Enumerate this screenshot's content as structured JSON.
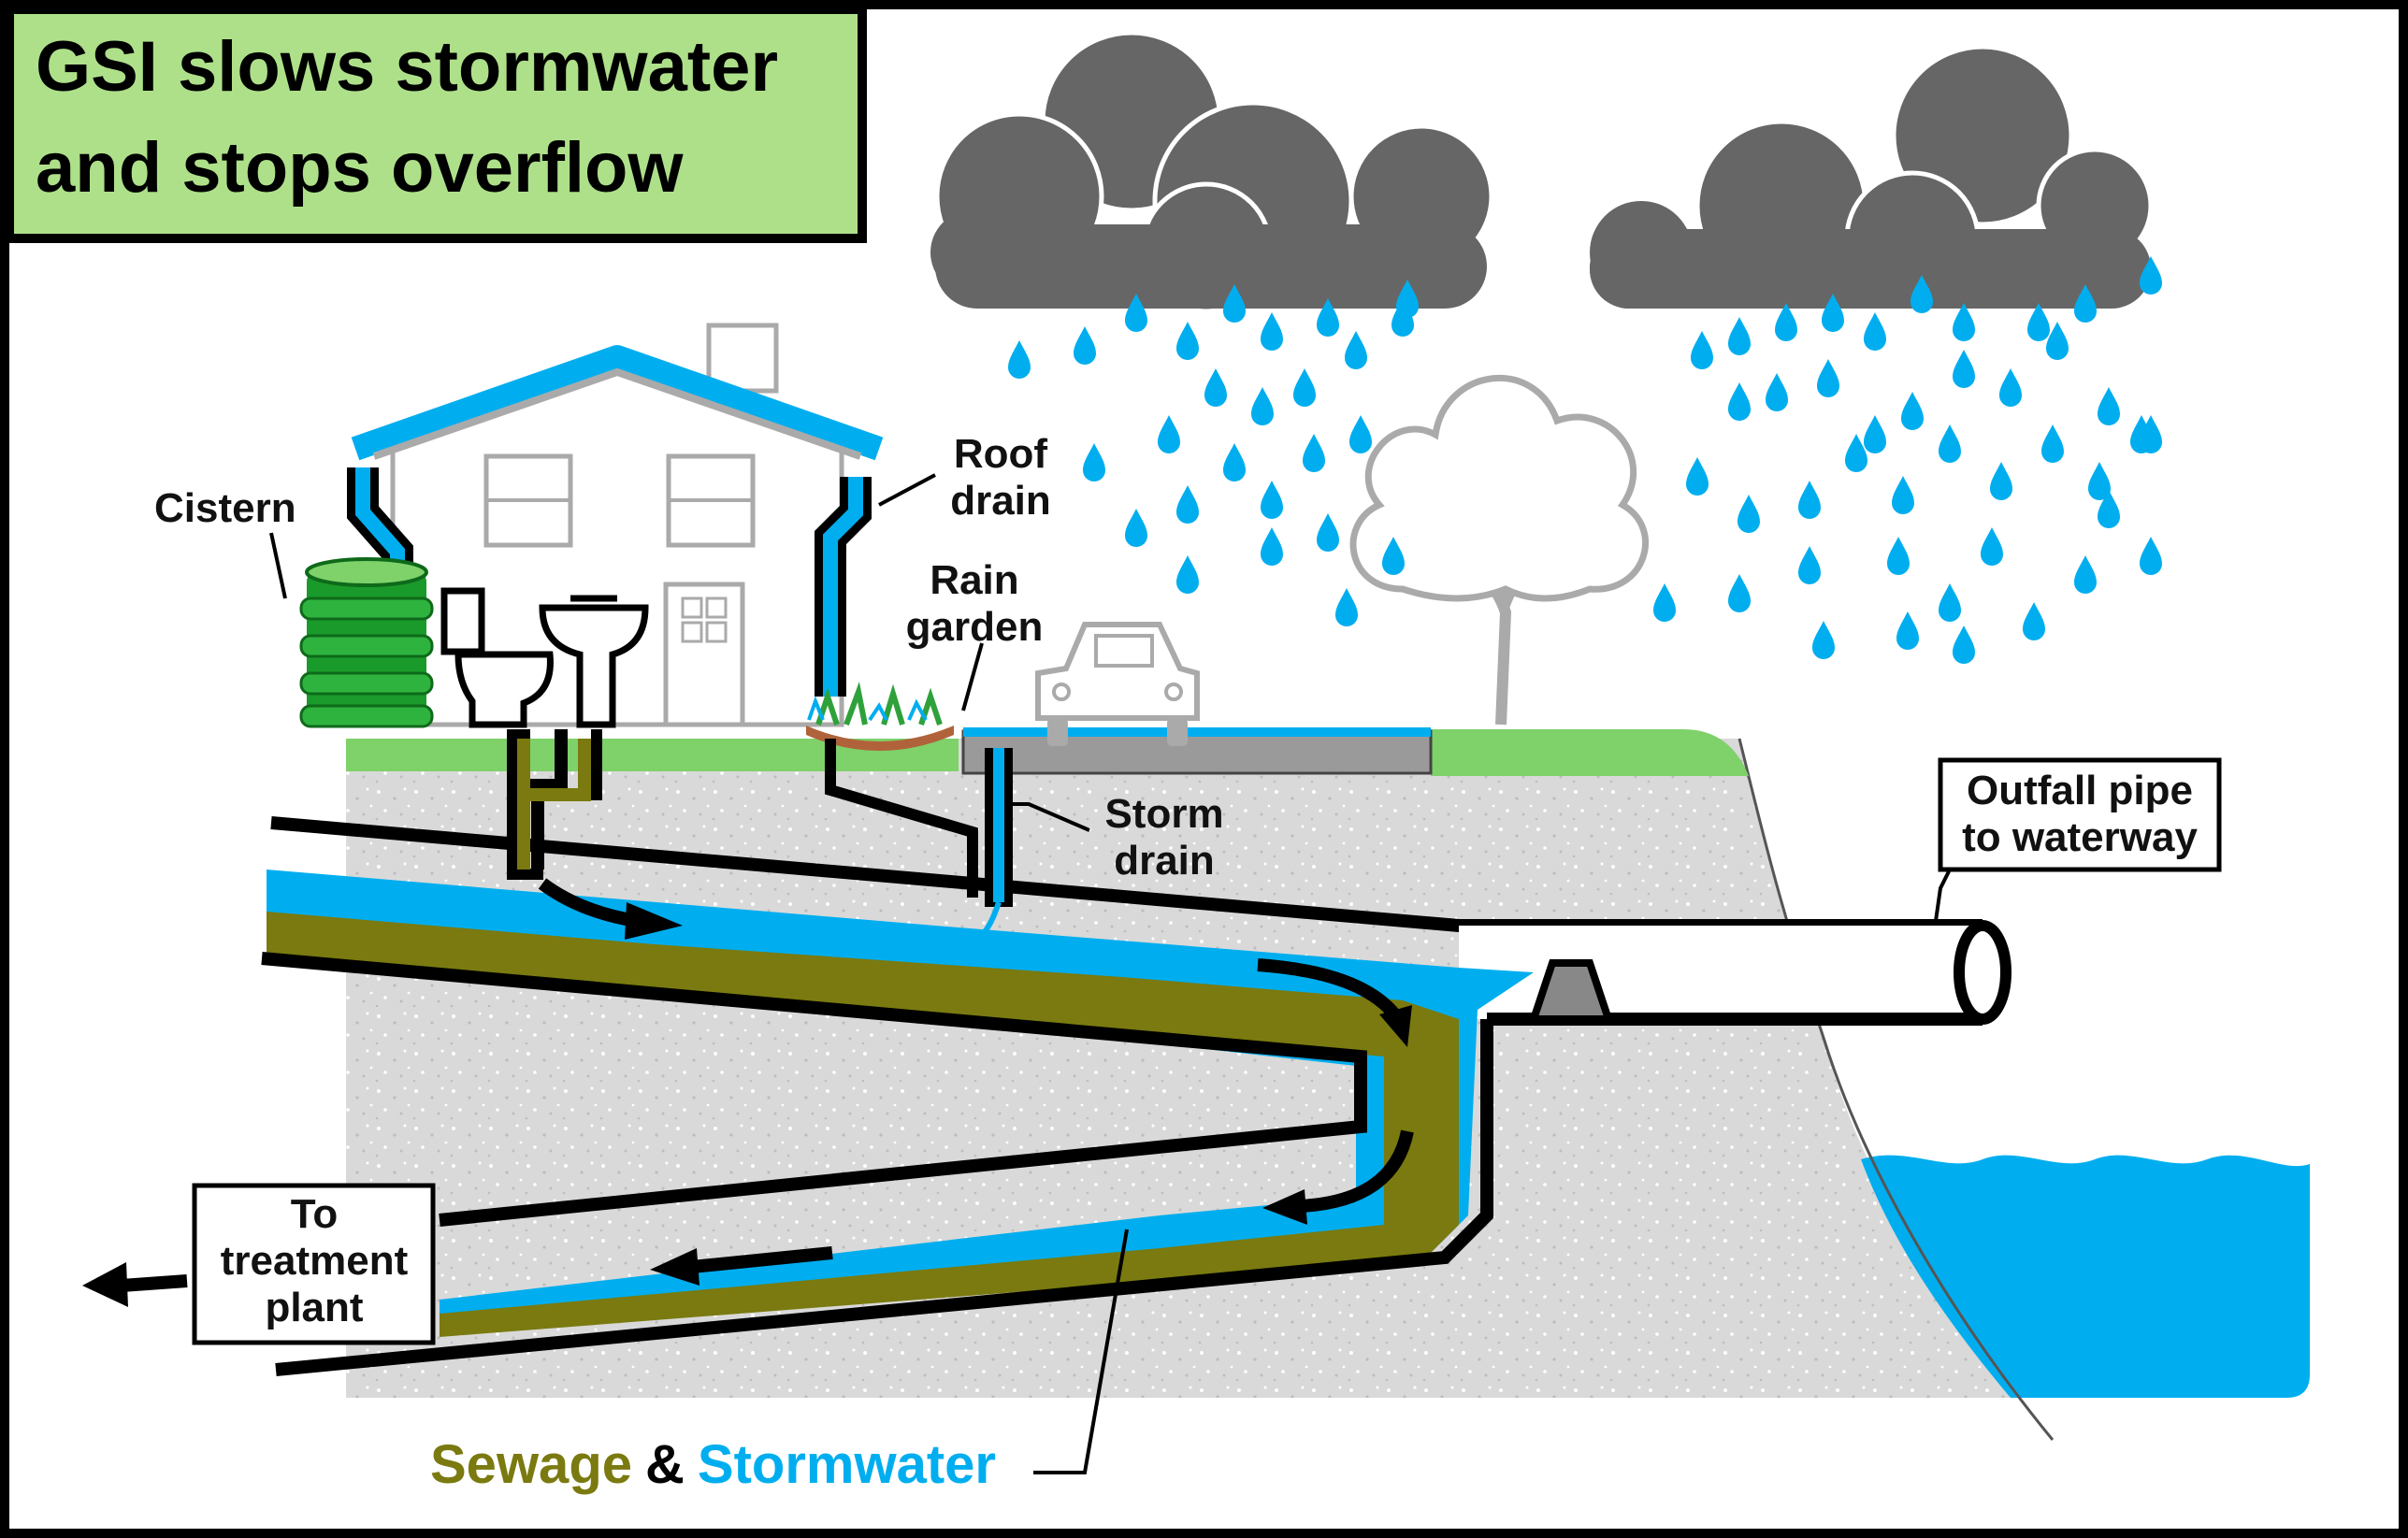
{
  "title": {
    "line1": "GSI slows stormwater",
    "line2": "and stops overflow"
  },
  "labels": {
    "cistern": "Cistern",
    "roof_drain": [
      "Roof",
      "drain"
    ],
    "rain_garden": [
      "Rain",
      "garden"
    ],
    "storm_drain": [
      "Storm",
      "drain"
    ],
    "outfall": [
      "Outfall pipe",
      "to waterway"
    ],
    "treatment": [
      "To",
      "treatment",
      "plant"
    ]
  },
  "legend": {
    "sewage": "Sewage",
    "amp": "&",
    "stormwater": "Stormwater"
  },
  "colors": {
    "title_bg": "#aee08a",
    "stormwater": "#00aeef",
    "sewage": "#7a7a10",
    "cloud": "#666666",
    "ground": "#d9d9d9",
    "grass": "#7fd16a",
    "cistern": "#1a9a2a",
    "outline": "#000000"
  },
  "icons": [
    "cloud-icon",
    "raindrop-icon",
    "house-icon",
    "tree-icon",
    "car-icon",
    "toilet-icon",
    "sink-icon",
    "cistern-icon",
    "plant-icon",
    "arrow-icon"
  ]
}
